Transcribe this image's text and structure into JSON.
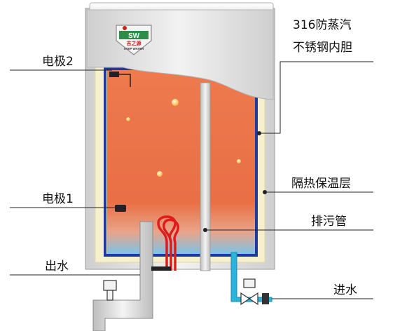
{
  "labels": {
    "electrode_2": "电极2",
    "electrode_1": "电极1",
    "water_out": "出水",
    "inner_tank_line1": "316防蒸汽",
    "inner_tank_line2": "不锈钢内胆",
    "insulation": "隔热保温层",
    "drain_pipe": "排污管",
    "water_in": "进水"
  },
  "logo": {
    "brand": "SW",
    "brand_cn": "吉之源",
    "tagline": "STEP WATER"
  },
  "colors": {
    "water": "#e8734a",
    "tank_blue": "#1e3a9e",
    "insulation": "#f7f0cf",
    "casing": "#e6e6e6",
    "inlet_pipe": "#2bb3d9",
    "heater": "#dd1c1c",
    "pipe_grey": "#d5d5d5",
    "outline": "#222222"
  }
}
